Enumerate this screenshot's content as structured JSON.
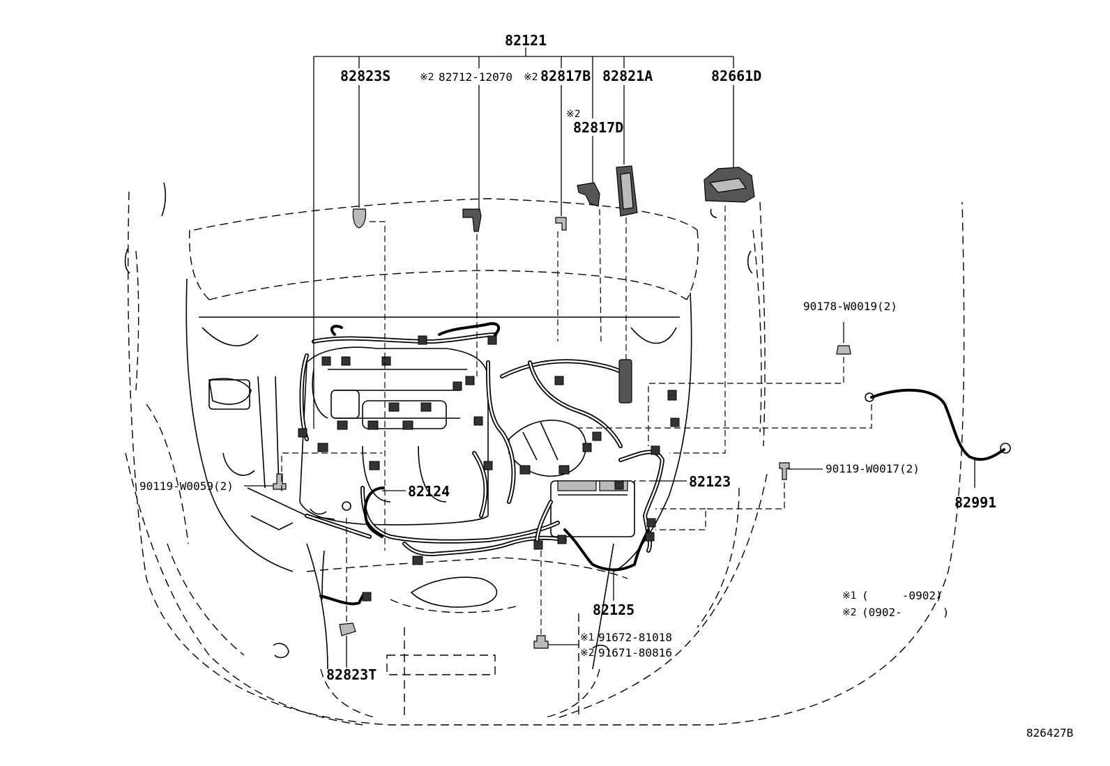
{
  "labels": {
    "main_harness": "82121",
    "p82823S": "82823S",
    "p82712_mark": "※2",
    "p82712": "82712-12070",
    "p82817B_mark": "※2",
    "p82817B": "82817B",
    "p82821A": "82821A",
    "p82661D": "82661D",
    "p82817D_mark": "※2",
    "p82817D": "82817D",
    "p90178": "90178-W0019(2)",
    "p90119_W0017": "90119-W0017(2)",
    "p82991": "82991",
    "p82123": "82123",
    "p90119_W0059": "90119-W0059(2)",
    "p82124": "82124",
    "p82125": "82125",
    "p91672_mark": "※1",
    "p91672": "91672-81018",
    "p91671_mark": "※2",
    "p91671": "91671-80816",
    "p82823T": "82823T",
    "note1_mark": "※1",
    "note1": "(     -0902)",
    "note2_mark": "※2",
    "note2": "(0902-      )",
    "figure_id": "826427B"
  }
}
